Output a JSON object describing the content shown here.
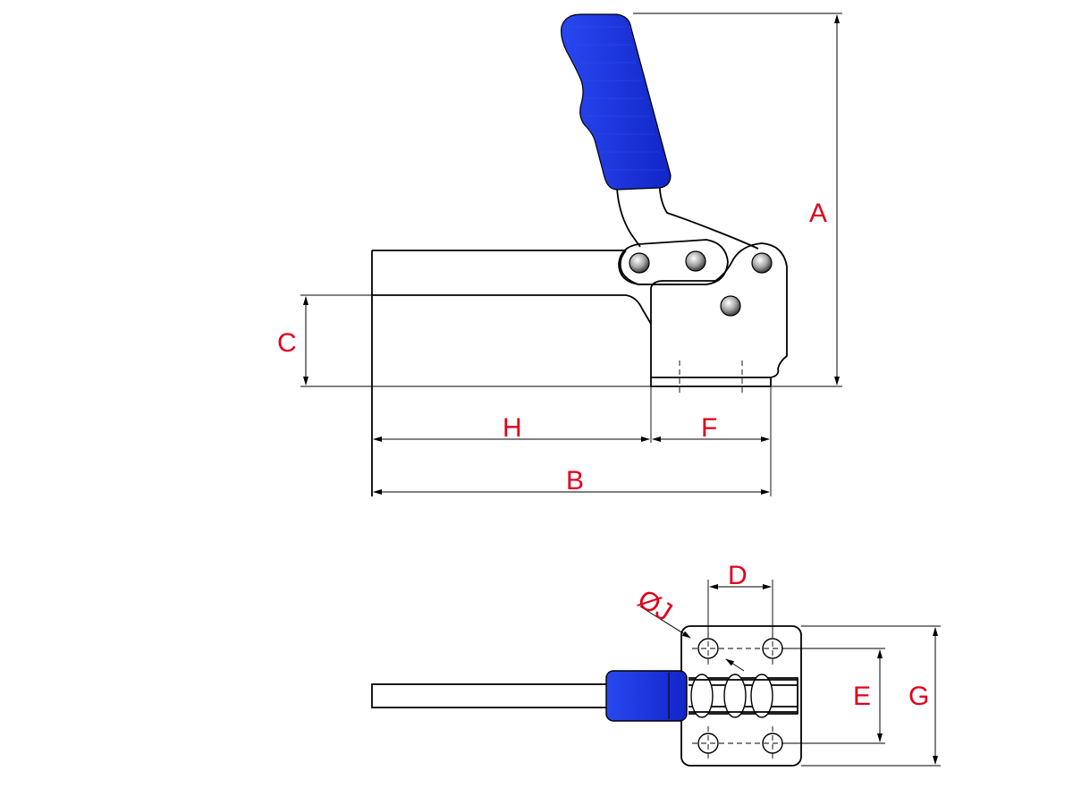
{
  "drawing": {
    "labels": {
      "A": "A",
      "B": "B",
      "C": "C",
      "D": "D",
      "E": "E",
      "F": "F",
      "G": "G",
      "H": "H",
      "J": "ØJ"
    },
    "colors": {
      "handle": "#1f3fe0",
      "dimension_text": "#e0001b",
      "line": "#000000",
      "pivot_fill": "#b0b0b0"
    }
  }
}
